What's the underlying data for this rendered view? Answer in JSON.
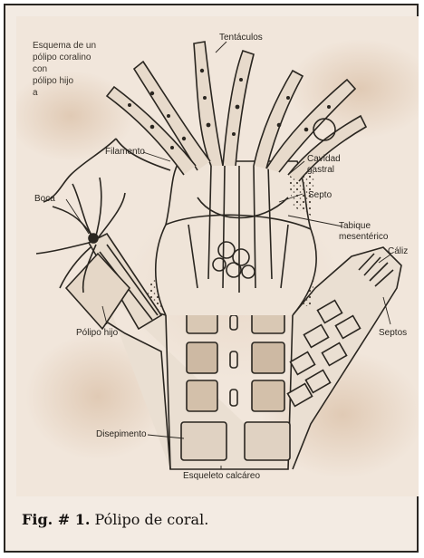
{
  "figure": {
    "title_lines": [
      "Esquema de un",
      "pólipo coralino",
      "con",
      "pólipo hijo"
    ],
    "labels": {
      "tentaculos": "Tentáculos",
      "filamento": "Filamento",
      "cavidad_gastral_1": "Cavidad",
      "cavidad_gastral_2": "gastral",
      "septo": "Septo",
      "tabique_1": "Tabique",
      "tabique_2": "mesentérico",
      "caliz": "Cáliz",
      "boca": "Boca",
      "polipo_hijo": "Pólipo hijo",
      "septos": "Septos",
      "disepimento": "Disepimento",
      "esqueleto": "Esqueleto calcáreo"
    }
  },
  "caption": {
    "prefix": "Fig. # 1.",
    "text": "Pólipo de coral."
  },
  "colors": {
    "ink": "#2a2620",
    "paper": "#f1e6db",
    "stain": "#e2cdb8"
  }
}
